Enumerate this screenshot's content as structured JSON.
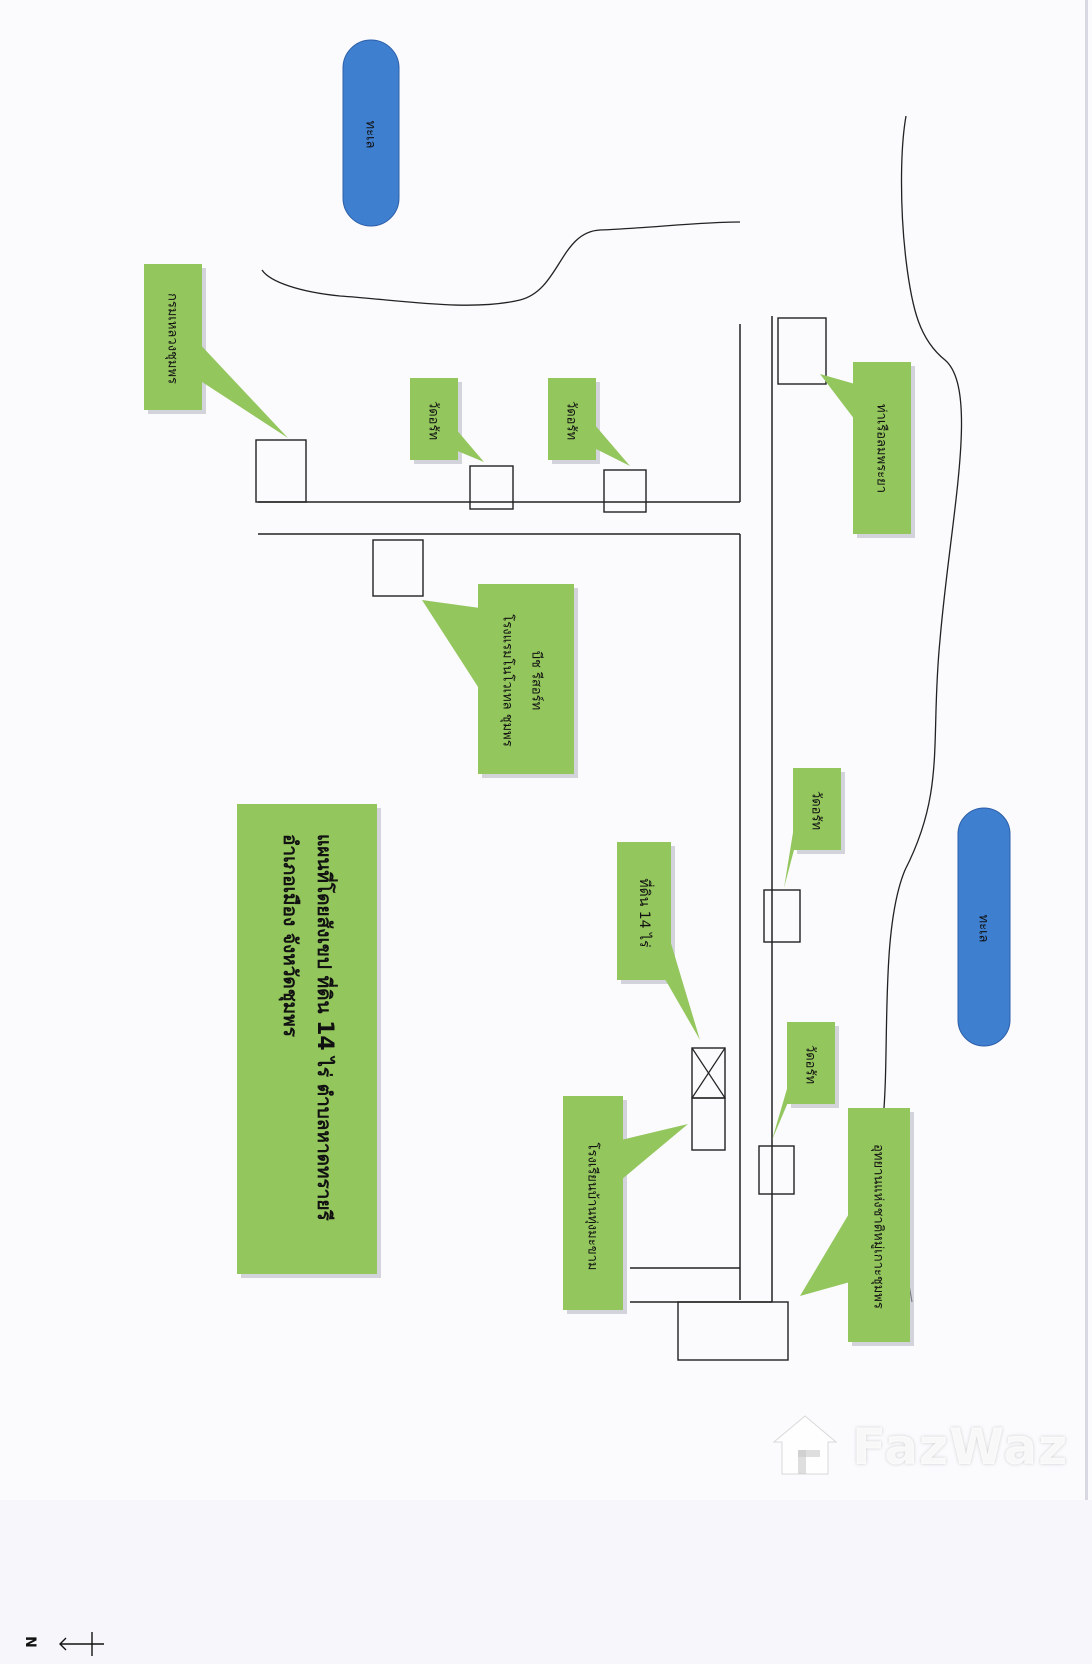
{
  "title": {
    "line1_prefix": "แผนที่โดยสังเขป ที่ดิน",
    "line1_num": "14",
    "line1_suffix": "ไร่ ตำบลหาดทรายรี",
    "line2": "อำเภอเมือง จังหวัดชุมพร"
  },
  "compass_label": "N",
  "labels": {
    "sea_top": "ทะเล",
    "sea_bottom": "ทะเล",
    "fisheries": "กรมเหลวงชุมพร",
    "temple_1": "วัดอรัท",
    "temple_2": "วัดอรัท",
    "hotel_line1": "โรงแรมโนโวเทล ชุมพร",
    "hotel_line2": "บีช รีสอร์ท",
    "pier": "ท่าเรือลมพระยา",
    "temple_3": "วัดอรัท",
    "land": "ที่ดิน 14 ไร่",
    "temple_4": "วัดอรัท",
    "school": "โรงเรียนบ้านทุ่งมะขาม",
    "park": "อุทยานแห่งชาติหมู่เกาะชุมพร"
  },
  "watermark": "FazWaz",
  "colors": {
    "callout_green": "#94c65e",
    "sea_blue": "#3f7fd0",
    "line": "#222222"
  }
}
